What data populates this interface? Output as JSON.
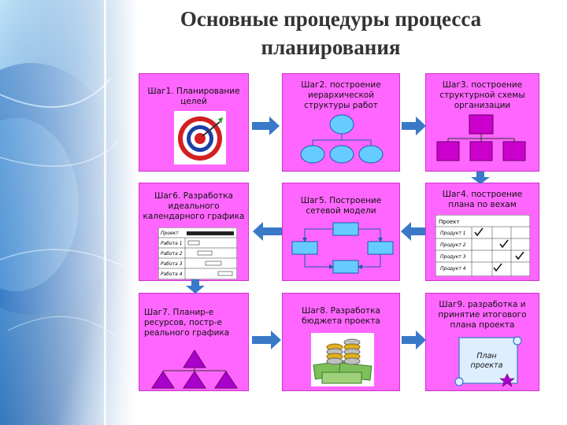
{
  "title": "Основные процедуры процесса планирования",
  "steps": {
    "s1": "Шаг1. Планирование\nцелей",
    "s2": "Шаг2. построение\nиерархической\nструктуры работ",
    "s3": "Шаг3. построение\nструктурной схемы\nорганизации",
    "s4": "Шаг4. построение\nплана по вехам",
    "s5": "Шаг5. Построение\nсетевой модели",
    "s6": "Шаг6. Разработка\nидеального\nкалендарного графика",
    "s7": "Шаг7. Планир-е\nресурсов, постр-е\nреального графика",
    "s8": "Шаг8. Разработка\nбюджета проекта",
    "s9": "Шаг9. разработка и\nпринятие итогового\nплана проекта"
  },
  "milestone_chart": {
    "header": "Проект",
    "rows": [
      "Продукт 1",
      "Продукт 2",
      "Продукт 3",
      "Продукт 4"
    ]
  },
  "gantt_chart": {
    "header": "Проект",
    "rows": [
      "Работа 1",
      "Работа 2",
      "Работа 3",
      "Работа 4"
    ]
  },
  "plan_scroll": "План\nпроекта",
  "colors": {
    "box": "#ff66ff",
    "arrow": "#3a78c8",
    "shape_fill": "#66ccff",
    "org_fill": "#cc00cc",
    "triangle_fill": "#aa00cc"
  }
}
